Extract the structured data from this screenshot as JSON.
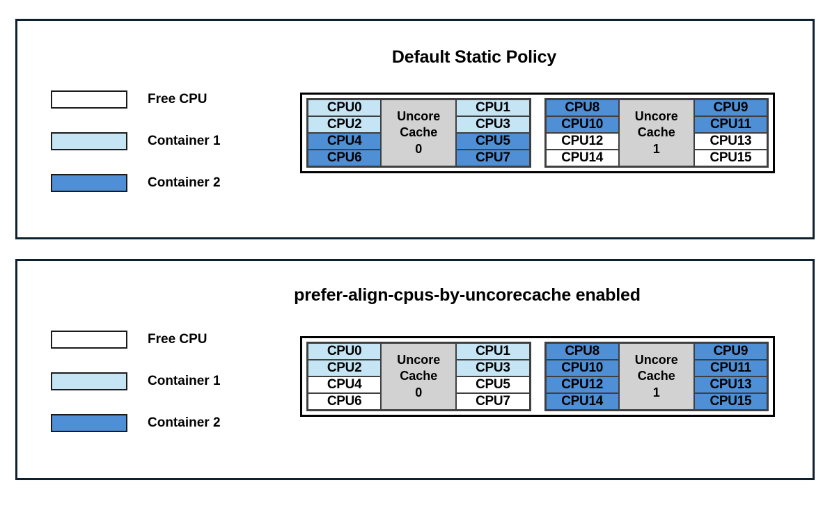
{
  "colors": {
    "free_cpu": "#ffffff",
    "container_1": "#c5e5f5",
    "container_2": "#4e8fd6",
    "uncore_cache": "#d2d2d2",
    "panel_border": "#0d2130",
    "cell_border": "#3f3f3f",
    "text": "#000000"
  },
  "legend_common": {
    "items": [
      {
        "label": "Free CPU",
        "fill": "#ffffff"
      },
      {
        "label": "Container 1",
        "fill": "#c5e5f5"
      },
      {
        "label": "Container 2",
        "fill": "#4e8fd6"
      }
    ]
  },
  "panels": [
    {
      "title": "Default Static Policy",
      "legend": [
        {
          "label": "Free CPU",
          "fill": "#ffffff"
        },
        {
          "label": "Container 1",
          "fill": "#c5e5f5"
        },
        {
          "label": "Container 2",
          "fill": "#4e8fd6"
        }
      ],
      "cache_groups": [
        {
          "cache_label_line1": "Uncore",
          "cache_label_line2": "Cache",
          "cache_label_line3": "0",
          "left_column": [
            {
              "label": "CPU0",
              "fill": "#c5e5f5",
              "owner": "Container 1"
            },
            {
              "label": "CPU2",
              "fill": "#c5e5f5",
              "owner": "Container 1"
            },
            {
              "label": "CPU4",
              "fill": "#4e8fd6",
              "owner": "Container 2"
            },
            {
              "label": "CPU6",
              "fill": "#4e8fd6",
              "owner": "Container 2"
            }
          ],
          "right_column": [
            {
              "label": "CPU1",
              "fill": "#c5e5f5",
              "owner": "Container 1"
            },
            {
              "label": "CPU3",
              "fill": "#c5e5f5",
              "owner": "Container 1"
            },
            {
              "label": "CPU5",
              "fill": "#4e8fd6",
              "owner": "Container 2"
            },
            {
              "label": "CPU7",
              "fill": "#4e8fd6",
              "owner": "Container 2"
            }
          ]
        },
        {
          "cache_label_line1": "Uncore",
          "cache_label_line2": "Cache",
          "cache_label_line3": "1",
          "left_column": [
            {
              "label": "CPU8",
              "fill": "#4e8fd6",
              "owner": "Container 2"
            },
            {
              "label": "CPU10",
              "fill": "#4e8fd6",
              "owner": "Container 2"
            },
            {
              "label": "CPU12",
              "fill": "#ffffff",
              "owner": "Free CPU"
            },
            {
              "label": "CPU14",
              "fill": "#ffffff",
              "owner": "Free CPU"
            }
          ],
          "right_column": [
            {
              "label": "CPU9",
              "fill": "#4e8fd6",
              "owner": "Container 2"
            },
            {
              "label": "CPU11",
              "fill": "#4e8fd6",
              "owner": "Container 2"
            },
            {
              "label": "CPU13",
              "fill": "#ffffff",
              "owner": "Free CPU"
            },
            {
              "label": "CPU15",
              "fill": "#ffffff",
              "owner": "Free CPU"
            }
          ]
        }
      ]
    },
    {
      "title": "prefer-align-cpus-by-uncorecache enabled",
      "legend": [
        {
          "label": "Free CPU",
          "fill": "#ffffff"
        },
        {
          "label": "Container 1",
          "fill": "#c5e5f5"
        },
        {
          "label": "Container 2",
          "fill": "#4e8fd6"
        }
      ],
      "cache_groups": [
        {
          "cache_label_line1": "Uncore",
          "cache_label_line2": "Cache",
          "cache_label_line3": "0",
          "left_column": [
            {
              "label": "CPU0",
              "fill": "#c5e5f5",
              "owner": "Container 1"
            },
            {
              "label": "CPU2",
              "fill": "#c5e5f5",
              "owner": "Container 1"
            },
            {
              "label": "CPU4",
              "fill": "#ffffff",
              "owner": "Free CPU"
            },
            {
              "label": "CPU6",
              "fill": "#ffffff",
              "owner": "Free CPU"
            }
          ],
          "right_column": [
            {
              "label": "CPU1",
              "fill": "#c5e5f5",
              "owner": "Container 1"
            },
            {
              "label": "CPU3",
              "fill": "#c5e5f5",
              "owner": "Container 1"
            },
            {
              "label": "CPU5",
              "fill": "#ffffff",
              "owner": "Free CPU"
            },
            {
              "label": "CPU7",
              "fill": "#ffffff",
              "owner": "Free CPU"
            }
          ]
        },
        {
          "cache_label_line1": "Uncore",
          "cache_label_line2": "Cache",
          "cache_label_line3": "1",
          "left_column": [
            {
              "label": "CPU8",
              "fill": "#4e8fd6",
              "owner": "Container 2"
            },
            {
              "label": "CPU10",
              "fill": "#4e8fd6",
              "owner": "Container 2"
            },
            {
              "label": "CPU12",
              "fill": "#4e8fd6",
              "owner": "Container 2"
            },
            {
              "label": "CPU14",
              "fill": "#4e8fd6",
              "owner": "Container 2"
            }
          ],
          "right_column": [
            {
              "label": "CPU9",
              "fill": "#4e8fd6",
              "owner": "Container 2"
            },
            {
              "label": "CPU11",
              "fill": "#4e8fd6",
              "owner": "Container 2"
            },
            {
              "label": "CPU13",
              "fill": "#4e8fd6",
              "owner": "Container 2"
            },
            {
              "label": "CPU15",
              "fill": "#4e8fd6",
              "owner": "Container 2"
            }
          ]
        }
      ]
    }
  ]
}
